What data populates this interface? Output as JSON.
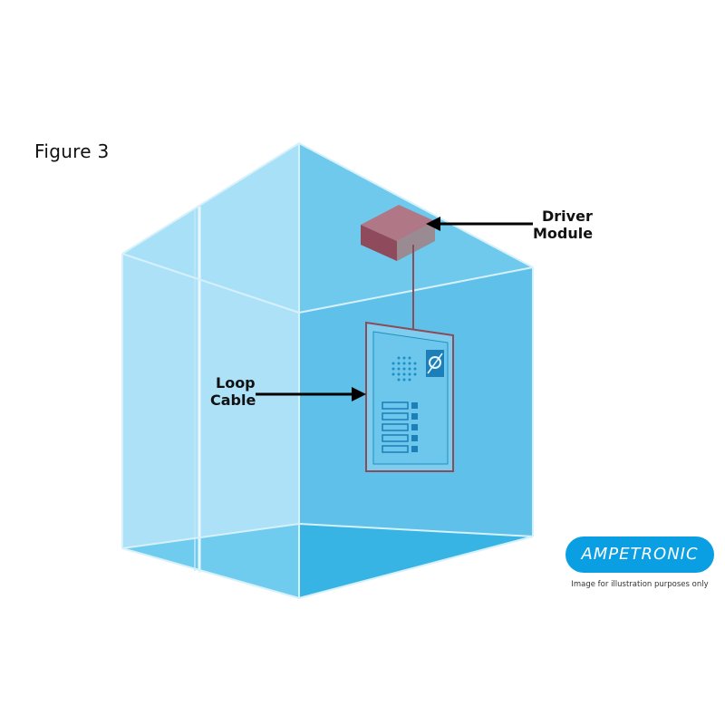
{
  "figure": {
    "title": "Figure 3"
  },
  "labels": {
    "driver_line1": "Driver",
    "driver_line2": "Module",
    "loop_line1": "Loop",
    "loop_line2": "Cable"
  },
  "brand": {
    "logo_text": "AMPETRONIC",
    "disclaimer": "Image for illustration purposes only"
  },
  "colors": {
    "glass_light": "#a9e0f5",
    "glass_mid": "#6cc7ec",
    "glass_floor": "#1aa7e0",
    "cable": "#8a4b5a",
    "module": "#8f4a5c",
    "brand_blue": "#0a9fe3"
  },
  "icons": [
    "speaker-grille-icon",
    "hearing-loop-icon",
    "arrow-icon"
  ]
}
